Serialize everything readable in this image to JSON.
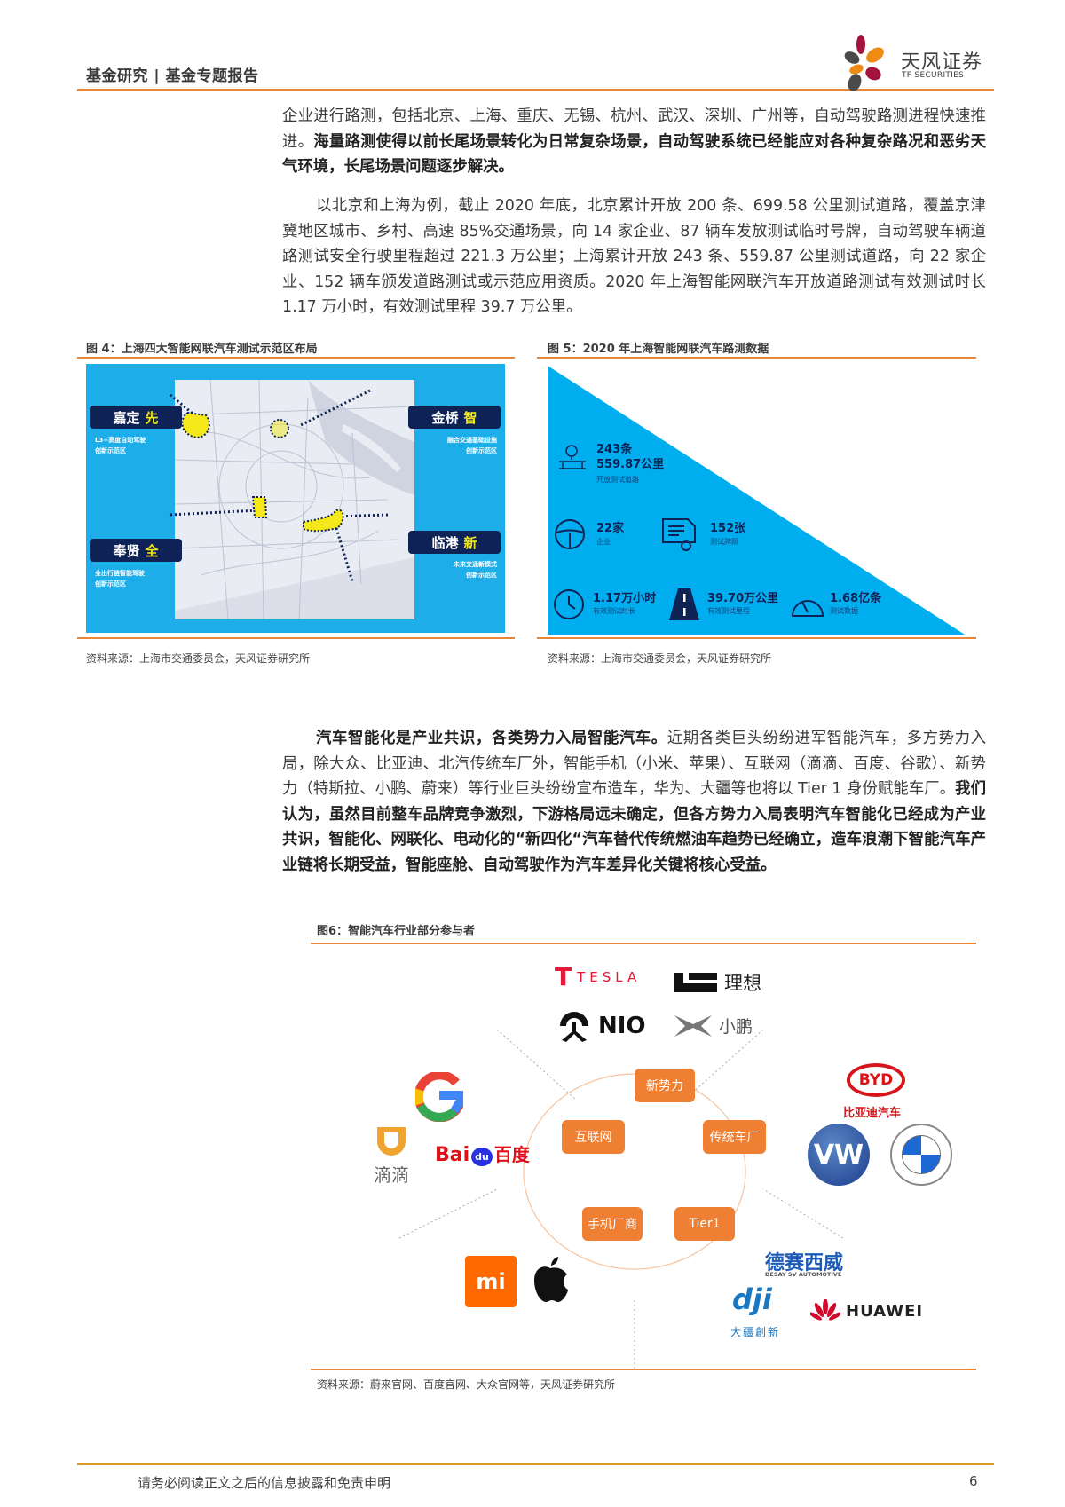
{
  "header": {
    "title": "基金研究 | 基金专题报告",
    "logo_cn": "天风证券",
    "logo_en": "TF SECURITIES"
  },
  "paragraphs": {
    "p1": {
      "normal": "企业进行路测，包括北京、上海、重庆、无锡、杭州、武汉、深圳、广州等，自动驾驶路测进程快速推进。",
      "bold": "海量路测使得以前长尾场景转化为日常复杂场景，自动驾驶系统已经能应对各种复杂路况和恶劣天气环境，长尾场景问题逐步解决。"
    },
    "p2": {
      "normal": "以北京和上海为例，截止 2020 年底，北京累计开放 200 条、699.58 公里测试道路，覆盖京津冀地区城市、乡村、高速 85%交通场景，向 14 家企业、87 辆车发放测试临时号牌，自动驾驶车辆道路测试安全行驶里程超过 221.3 万公里；上海累计开放 243 条、559.87 公里测试道路，向 22 家企业、152 辆车颁发道路测试或示范应用资质。2020 年上海智能网联汽车开放道路测试有效测试时长 1.17 万小时，有效测试里程 39.7 万公里。"
    },
    "p3": {
      "bold1": "汽车智能化是产业共识，各类势力入局智能汽车。",
      "normal": "近期各类巨头纷纷进军智能汽车，多方势力入局，除大众、比亚迪、北汽传统车厂外，智能手机（小米、苹果）、互联网（滴滴、百度、谷歌）、新势力（特斯拉、小鹏、蔚来）等行业巨头纷纷宣布造车，华为、大疆等也将以 Tier 1 身份赋能车厂。",
      "bold2": "我们认为，虽然目前整车品牌竞争激烈，下游格局远未确定，但各方势力入局表明汽车智能化已经成为产业共识，智能化、网联化、电动化的“新四化“汽车替代传统燃油车趋势已经确立，造车浪潮下智能汽车产业链将长期受益，智能座舱、自动驾驶作为汽车差异化关键将核心受益。"
    }
  },
  "fig4": {
    "caption": "图 4：上海四大智能网联汽车测试示范区布局",
    "source": "资料来源：上海市交通委员会，天风证券研究所",
    "zones": [
      {
        "name": "嘉定",
        "tag": "先",
        "desc1": "L3+高度自动驾驶",
        "desc2": "创新示范区"
      },
      {
        "name": "金桥",
        "tag": "智",
        "desc1": "融合交通基础设施",
        "desc2": "创新示范区"
      },
      {
        "name": "奉贤",
        "tag": "全",
        "desc1": "全出行链智能驾驶",
        "desc2": "创新示范区"
      },
      {
        "name": "临港",
        "tag": "新",
        "desc1": "未来交通新模式",
        "desc2": "创新示范区"
      }
    ],
    "colors": {
      "background": "#1daeea",
      "label_bg": "#0e2256",
      "highlight": "#f4e81a"
    }
  },
  "fig5": {
    "caption": "图 5：2020 年上海智能网联汽车路测数据",
    "source": "资料来源：上海市交通委员会，天风证券研究所",
    "stats": [
      {
        "icon": "road-location-icon",
        "value": "243条",
        "value2": "559.87公里",
        "label": "开放测试道路"
      },
      {
        "icon": "steering-wheel-icon",
        "value": "22家",
        "label": "企业"
      },
      {
        "icon": "certificate-icon",
        "value": "152张",
        "label": "测试牌照"
      },
      {
        "icon": "clock-icon",
        "value": "1.17万小时",
        "label": "有效测试时长"
      },
      {
        "icon": "highway-icon",
        "value": "39.70万公里",
        "label": "有效测试里程"
      },
      {
        "icon": "speedometer-icon",
        "value": "1.68亿条",
        "label": "测试数据"
      }
    ],
    "colors": {
      "triangle": "#00aeef",
      "text": "#0e2256"
    }
  },
  "fig6": {
    "caption": "图6：智能汽车行业部分参与者",
    "source": "资料来源：蔚来官网、百度官网、大众官网等，天风证券研究所",
    "nodes": [
      "新势力",
      "互联网",
      "传统车厂",
      "手机厂商",
      "Tier1"
    ],
    "logos": {
      "new_forces": [
        "TESLA",
        "理想",
        "NIO",
        "小鹏"
      ],
      "internet": [
        "G",
        "滴滴",
        "Bai",
        "du",
        "百度"
      ],
      "traditional": [
        "BYD",
        "比亚迪汽车",
        "VW",
        "BMW"
      ],
      "phone": [
        "mi",
        "apple"
      ],
      "tier1": [
        "德赛西威",
        "DESAY SV AUTOMOTIVE",
        "dji",
        "大疆創新",
        "HUAWEI"
      ]
    },
    "colors": {
      "node": "#ef7f33"
    }
  },
  "footer": {
    "disclaimer": "请务必阅读正文之后的信息披露和免责申明",
    "page": "6"
  }
}
